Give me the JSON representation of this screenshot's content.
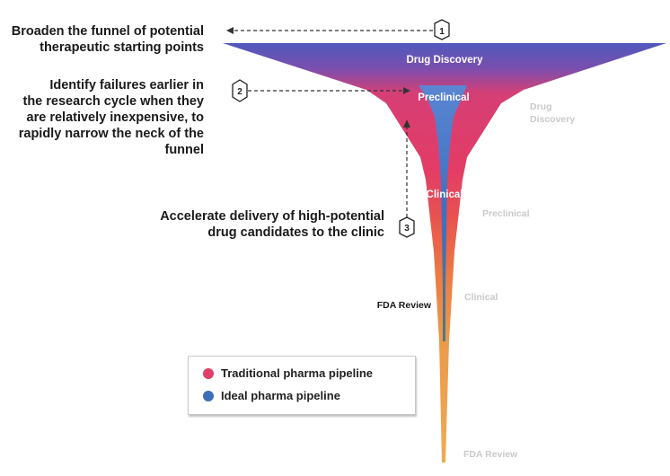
{
  "goals": [
    {
      "number": "1",
      "text_lines": [
        "Broaden the funnel of potential",
        "therapeutic starting points"
      ]
    },
    {
      "number": "2",
      "text_lines": [
        "Identify failures earlier in",
        "the research cycle when they",
        "are relatively inexpensive, to",
        "rapidly narrow the neck of the",
        "funnel"
      ]
    },
    {
      "number": "3",
      "text_lines": [
        "Accelerate delivery of high-potential",
        "drug candidates to the clinic"
      ]
    }
  ],
  "ideal_stages": {
    "drug_discovery": "Drug Discovery",
    "preclinical": "Preclinical",
    "clinical": "Clinical",
    "fda_review": "FDA Review"
  },
  "traditional_stages": {
    "drug_discovery_lines": [
      "Drug",
      "Discovery"
    ],
    "preclinical": "Preclinical",
    "clinical": "Clinical",
    "fda_review": "FDA Review"
  },
  "legend": [
    {
      "label": "Traditional pharma pipeline",
      "color": "#e03e66"
    },
    {
      "label": "Ideal pharma pipeline",
      "color": "#3e6eb8"
    }
  ],
  "colors": {
    "funnel_top": "#5356b8",
    "funnel_mid": "#e23c68",
    "funnel_low": "#e8694a",
    "funnel_stem": "#eca24e",
    "ideal_top": "#4f7dc8",
    "ideal_bottom": "#3a6a8a",
    "faded_text": "#c9c9c9",
    "arrow": "#333333"
  }
}
